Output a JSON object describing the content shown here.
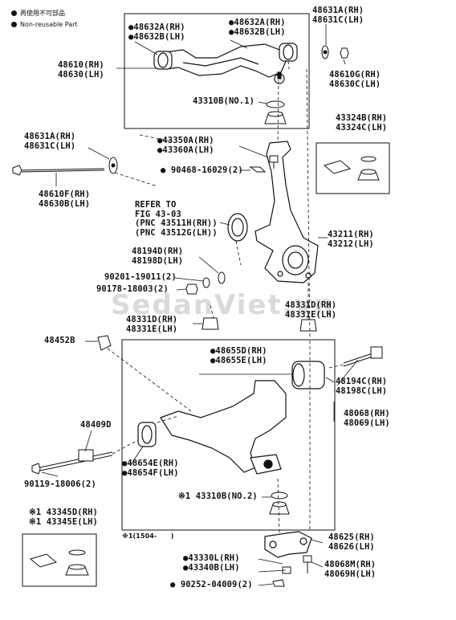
{
  "legend": {
    "item1": "再使用不可部品",
    "item2": "Non-reusable Part"
  },
  "watermark": "SedanViet.vn",
  "labels": {
    "p48631a_top": [
      "48631A(RH)",
      "48631C(LH)"
    ],
    "p48632a_left": [
      "●48632A(RH)",
      "●48632B(LH)"
    ],
    "p48632a_right": [
      "●48632A(RH)",
      "●48632B(LH)"
    ],
    "p48610": [
      "48610(RH)",
      "48630(LH)"
    ],
    "p48610g": [
      "48610G(RH)",
      "48630C(LH)"
    ],
    "p43310b_1": "43310B(NO.1)",
    "p43324b": [
      "43324B(RH)",
      "43324C(LH)"
    ],
    "p48631a_mid": [
      "48631A(RH)",
      "48631C(LH)"
    ],
    "p43350a": [
      "●43350A(RH)",
      "●43360A(LH)"
    ],
    "p90468": "● 90468-16029(2)",
    "p48610f": [
      "48610F(RH)",
      "48630B(LH)"
    ],
    "refer": [
      "REFER TO",
      "FIG 43-03",
      "(PNC 43511H(RH))",
      "(PNC 43512G(LH))"
    ],
    "p43211": [
      "43211(RH)",
      "43212(LH)"
    ],
    "p48194d": [
      "48194D(RH)",
      "48198D(LH)"
    ],
    "p90201": "90201-19011(2)",
    "p90178": "90178-18003(2)",
    "p48331d_right": [
      "48331D(RH)",
      "48331E(LH)"
    ],
    "p48331d_left": [
      "48331D(RH)",
      "48331E(LH)"
    ],
    "p48452b": "48452B",
    "p48655d": [
      "●48655D(RH)",
      "●48655E(LH)"
    ],
    "p48194c": [
      "48194C(RH)",
      "48198C(LH)"
    ],
    "p48068": [
      "48068(RH)",
      "48069(LH)"
    ],
    "p48409d": "48409D",
    "p48654e": [
      "●48654E(RH)",
      "●48654F(LH)"
    ],
    "p90119": "90119-18006(2)",
    "p43310b_2": "※1 43310B(NO.2)",
    "p43345d": [
      "※1 43345D(RH)",
      "※1 43345E(LH)"
    ],
    "note1": "※1(1504-      )",
    "p48625": [
      "48625(RH)",
      "48626(LH)"
    ],
    "p43330l": [
      "●43330L(RH)",
      "●43340B(LH)"
    ],
    "p48068m": [
      "48068M(RH)",
      "48069H(LH)"
    ],
    "p90252": "● 90252-04009(2)"
  },
  "colors": {
    "ink": "#111111",
    "background": "#ffffff"
  }
}
